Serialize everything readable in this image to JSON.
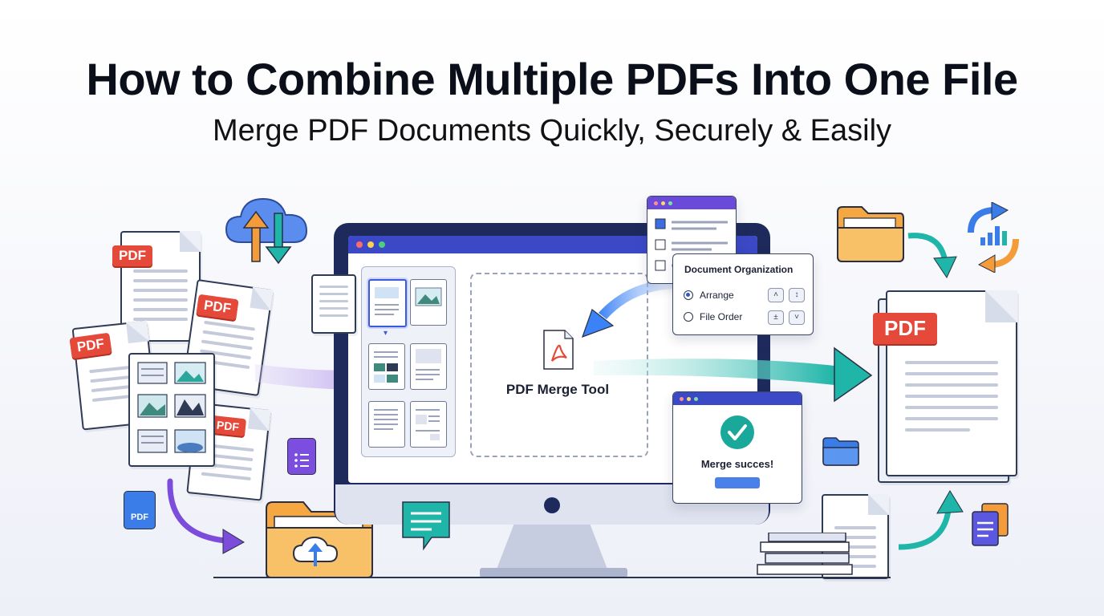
{
  "header": {
    "title": "How to Combine Multiple PDFs Into One File",
    "subtitle": "Merge PDF Documents Quickly, Securely & Easily"
  },
  "source_files": {
    "pdf_tags": [
      "PDF",
      "PDF",
      "PDF",
      "PDF"
    ],
    "small_pdf_icon_label": "PDF"
  },
  "tool": {
    "label": "PDF Merge Tool"
  },
  "organization_window": {
    "title": "Document Organization",
    "options": [
      {
        "label": "Arrange",
        "selected": true
      },
      {
        "label": "File Order",
        "selected": false
      }
    ]
  },
  "success_window": {
    "message": "Merge succes!"
  },
  "output_file": {
    "tag": "PDF"
  },
  "colors": {
    "accent_purple": "#7c4ddb",
    "accent_teal": "#1fb5a8",
    "accent_blue": "#3b82f6",
    "pdf_red": "#e5493a",
    "monitor_navy": "#1f2a5c",
    "folder_orange": "#f5a742",
    "success_green": "#1aa89b"
  },
  "icons": [
    "cloud-sync-icon",
    "folder-upload-icon",
    "pdf-file-icon",
    "check-icon",
    "refresh-chart-icon",
    "folder-icon",
    "document-icon",
    "chat-note-icon"
  ]
}
